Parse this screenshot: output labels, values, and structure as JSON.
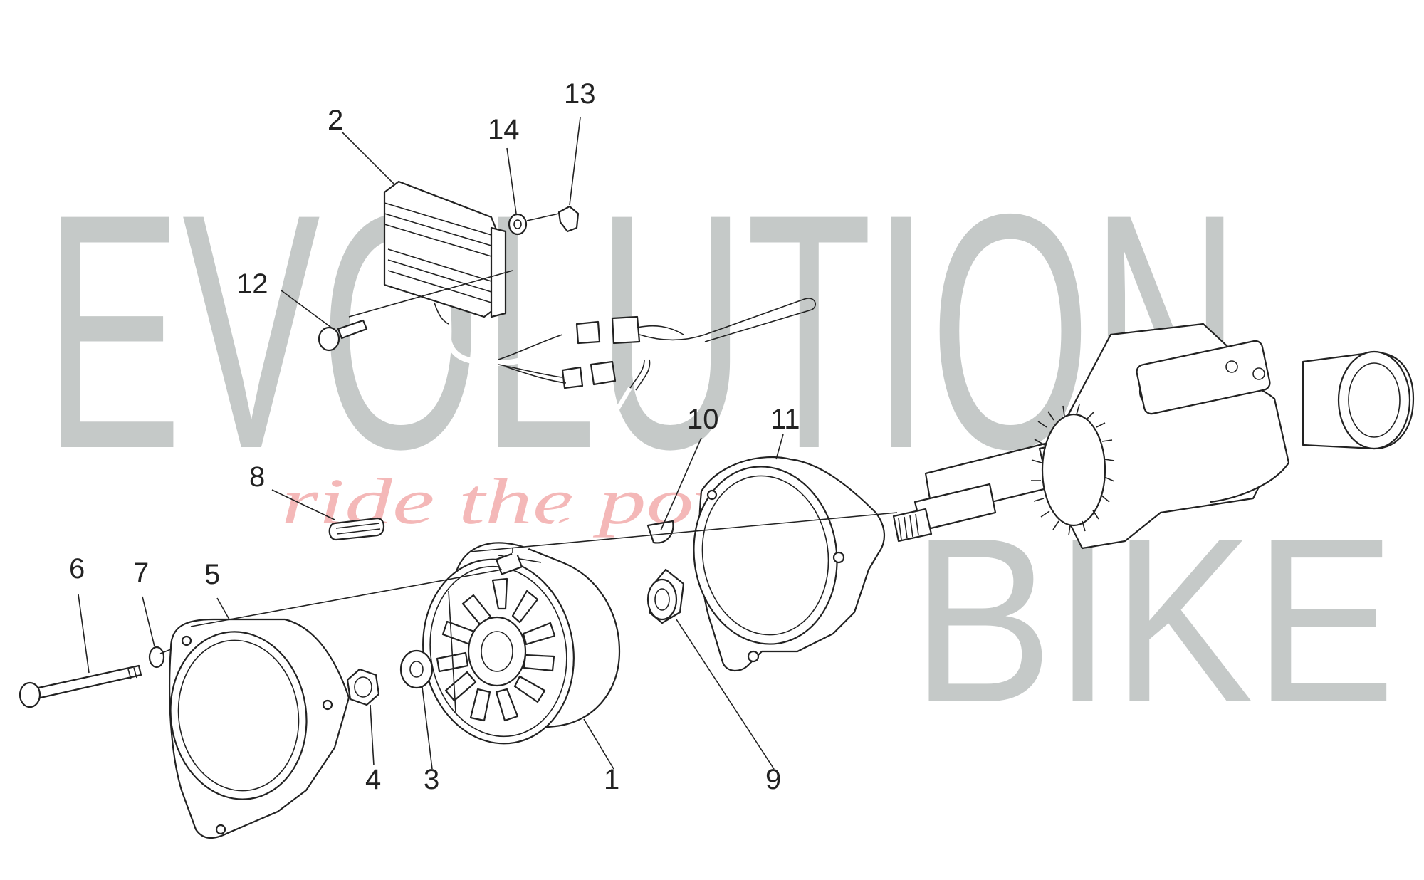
{
  "watermark": {
    "brand_top": "EVOLUTION",
    "brand_bottom": "BIKE",
    "tagline": "ride the power",
    "brand_color": "#c5c9c8",
    "tagline_color": "#f4b8b8"
  },
  "callouts": [
    {
      "id": "part-1",
      "label": "1"
    },
    {
      "id": "part-2",
      "label": "2"
    },
    {
      "id": "part-3",
      "label": "3"
    },
    {
      "id": "part-4",
      "label": "4"
    },
    {
      "id": "part-5",
      "label": "5"
    },
    {
      "id": "part-6",
      "label": "6"
    },
    {
      "id": "part-7",
      "label": "7"
    },
    {
      "id": "part-8",
      "label": "8"
    },
    {
      "id": "part-9",
      "label": "9"
    },
    {
      "id": "part-10",
      "label": "10"
    },
    {
      "id": "part-11",
      "label": "11"
    },
    {
      "id": "part-12",
      "label": "12"
    },
    {
      "id": "part-13",
      "label": "13"
    },
    {
      "id": "part-14",
      "label": "14"
    }
  ]
}
